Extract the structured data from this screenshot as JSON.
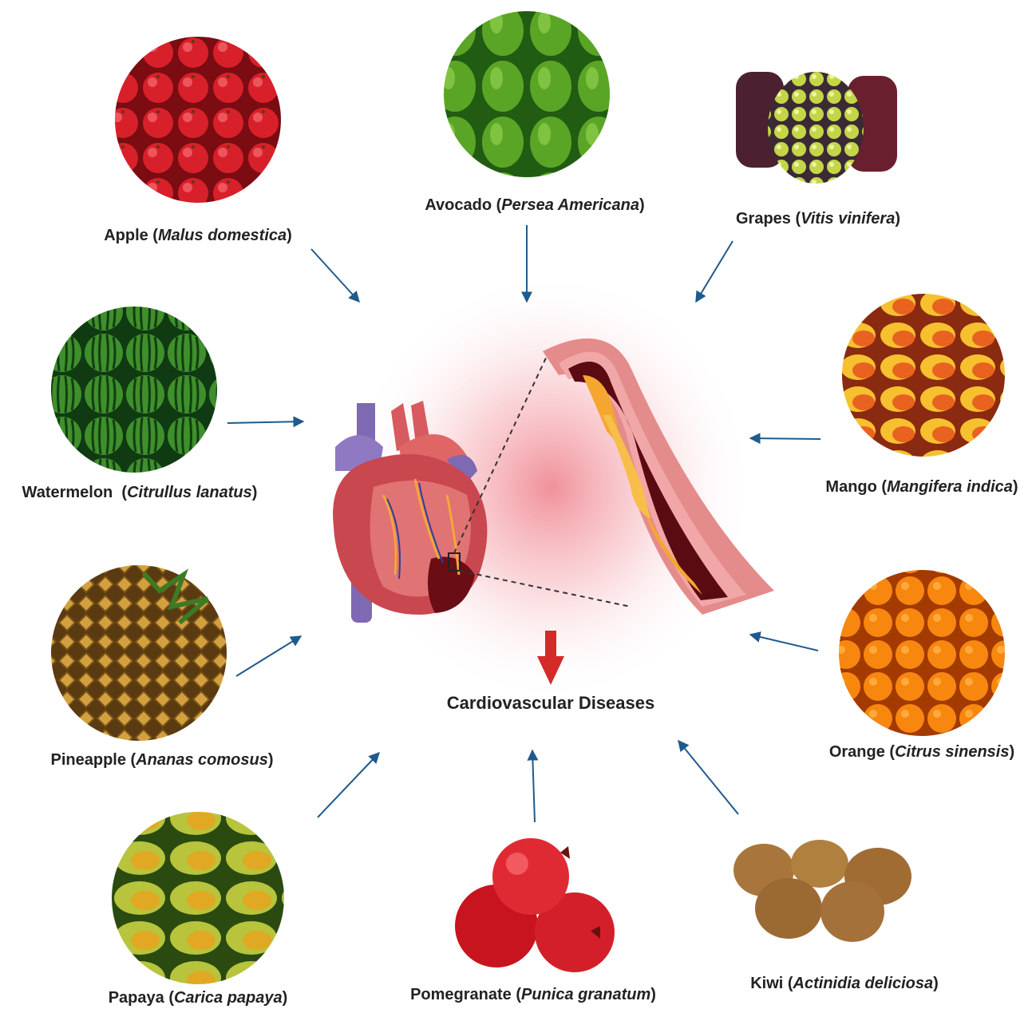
{
  "center": {
    "title": "Cardiovascular Diseases"
  },
  "fruits": [
    {
      "id": "apple",
      "name": "Apple",
      "scientific": "Malus domestica",
      "color": "#d8202a",
      "icon": "apple"
    },
    {
      "id": "avocado",
      "name": "Avocado",
      "scientific": "Persea Americana",
      "color": "#5aa526",
      "icon": "avocado"
    },
    {
      "id": "grapes",
      "name": "Grapes",
      "scientific": "Vitis vinifera",
      "color": "#b6c93a",
      "icon": "grapes"
    },
    {
      "id": "watermelon",
      "name": "Watermelon",
      "scientific": "Citrullus lanatus",
      "color": "#2f7a24",
      "icon": "watermelon"
    },
    {
      "id": "mango",
      "name": "Mango",
      "scientific": "Mangifera indica",
      "color": "#f29a22",
      "icon": "mango"
    },
    {
      "id": "pineapple",
      "name": "Pineapple",
      "scientific": "Ananas comosus",
      "color": "#c8932b",
      "icon": "pineapple"
    },
    {
      "id": "orange",
      "name": "Orange",
      "scientific": "Citrus sinensis",
      "color": "#f7870f",
      "icon": "orange"
    },
    {
      "id": "papaya",
      "name": "Papaya",
      "scientific": "Carica papaya",
      "color": "#9fb93a",
      "icon": "papaya"
    },
    {
      "id": "pomegranate",
      "name": "Pomegranate",
      "scientific": "Punica granatum",
      "color": "#d91f2c",
      "icon": "pomegranate"
    },
    {
      "id": "kiwi",
      "name": "Kiwi",
      "scientific": "Actinidia deliciosa",
      "color": "#a7743b",
      "icon": "kiwi"
    }
  ],
  "colors": {
    "arrow": "#1f5a8c",
    "outcome_arrow": "#d42a28",
    "glow": "#f08a93"
  }
}
